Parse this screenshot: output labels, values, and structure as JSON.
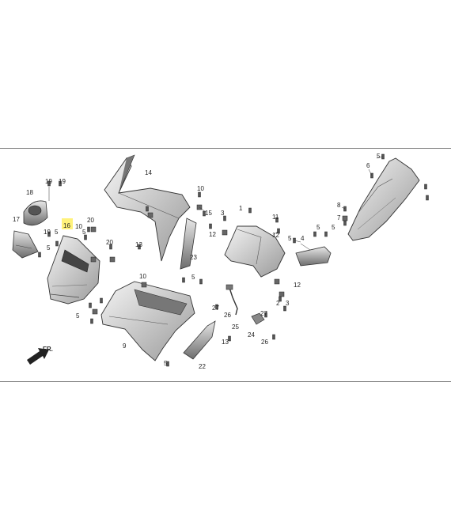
{
  "diagram": {
    "direction_label": "FR.",
    "highlight_color": "#fff27a",
    "highlighted_part": "16",
    "callouts": {
      "c1": "1",
      "c2": "2",
      "c3": "3",
      "c4": "4",
      "c5": "5",
      "c6": "6",
      "c7": "7",
      "c8": "8",
      "c9": "9",
      "c10": "10",
      "c11": "11",
      "c12": "12",
      "c13": "13",
      "c14": "14",
      "c15": "15",
      "c16": "16",
      "c17": "17",
      "c18": "18",
      "c19": "19",
      "c20": "20",
      "c22": "22",
      "c23": "23",
      "c24": "24",
      "c25": "25",
      "c26": "26",
      "c27": "27"
    }
  }
}
